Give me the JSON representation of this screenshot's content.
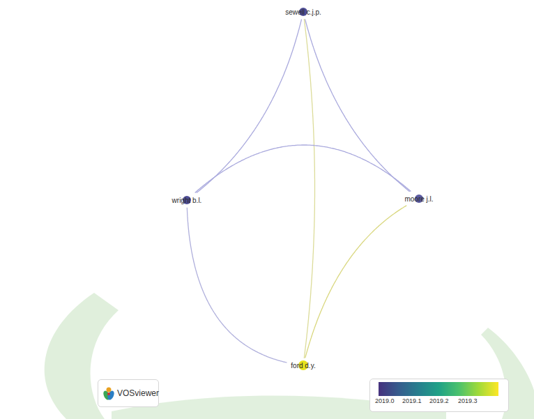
{
  "diagram": {
    "nodes": [
      {
        "text": [
          "sewell c.j.p."
        ]
      },
      {
        "text": [
          "wright b.l."
        ]
      },
      {
        "text": [
          "moore j.l."
        ]
      },
      {
        "text": [
          "ford d.y."
        ]
      }
    ],
    "edges": [
      {
        "from": 0,
        "to": 1,
        "arrow": "none"
      },
      {
        "from": 0,
        "to": 2,
        "arrow": "none"
      },
      {
        "from": 0,
        "to": 3,
        "arrow": "none"
      },
      {
        "from": 1,
        "to": 2,
        "arrow": "none"
      },
      {
        "from": 1,
        "to": 3,
        "arrow": "none"
      },
      {
        "from": 2,
        "to": 3,
        "arrow": "none"
      }
    ],
    "labels": [
      "VOSviewer",
      "2019.0",
      "2019.1",
      "2019.2",
      "2019.3"
    ]
  }
}
